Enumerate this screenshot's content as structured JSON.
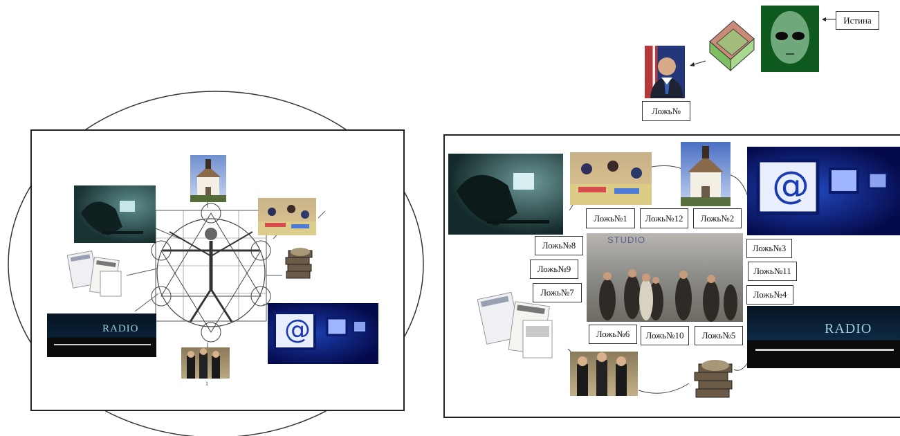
{
  "top": {
    "truth_label": "Истина",
    "lie_label": "Ложь№"
  },
  "right_panel": {
    "labels": {
      "l1": "Ложь№1",
      "l2": "Ложь№2",
      "l3": "Ложь№3",
      "l4": "Ложь№4",
      "l5": "Ложь№5",
      "l6": "Ложь№6",
      "l7": "Ложь№7",
      "l8": "Ложь№8",
      "l9": "Ложь№9",
      "l10": "Ложь№10",
      "l11": "Ложь№11",
      "l12": "Ложь№12"
    },
    "radio_text": "RADIO",
    "banner_text": "STUDIO"
  },
  "left_panel": {
    "radio_text": "RADIO",
    "page_mark": "1"
  },
  "icons": {
    "at_symbol": "@"
  }
}
